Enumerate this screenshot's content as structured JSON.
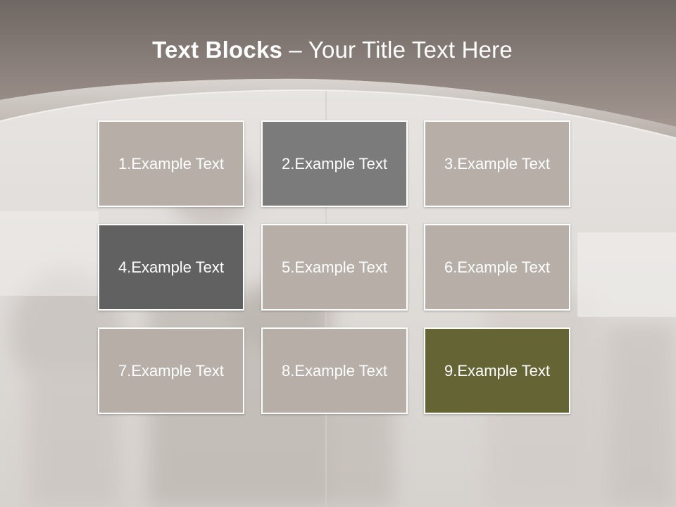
{
  "title": {
    "bold": "Text Blocks",
    "separator": " – ",
    "normal": "Your Title Text Here"
  },
  "blocks": [
    {
      "label": "1.Example Text",
      "color": "#b7aea8"
    },
    {
      "label": "2.Example Text",
      "color": "#7b7b7b"
    },
    {
      "label": "3.Example Text",
      "color": "#b7aea8"
    },
    {
      "label": "4.Example Text",
      "color": "#616161"
    },
    {
      "label": "5.Example Text",
      "color": "#b7aea8"
    },
    {
      "label": "6.Example Text",
      "color": "#b7aea8"
    },
    {
      "label": "7.Example Text",
      "color": "#b7aea8"
    },
    {
      "label": "8.Example Text",
      "color": "#b7aea8"
    },
    {
      "label": "9.Example Text",
      "color": "#656434"
    }
  ]
}
